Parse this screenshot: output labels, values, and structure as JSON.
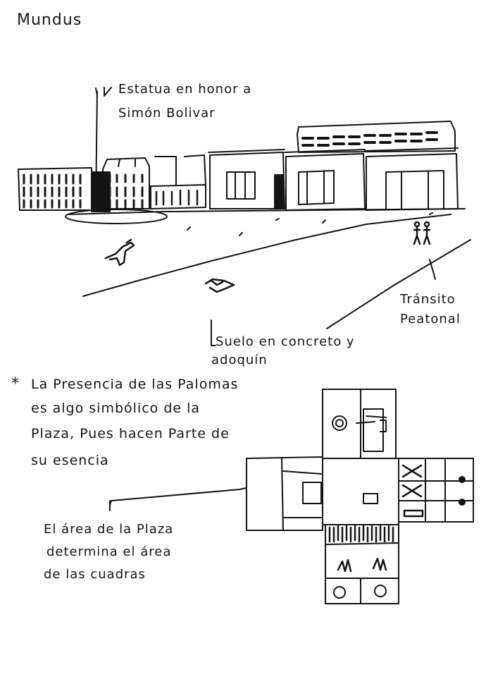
{
  "title": "Mundus",
  "labels": {
    "estatua_line1": "Estatua en honor a",
    "estatua_line2": "Simón Bolivar",
    "transito_line1": "Tránsito",
    "transito_line2": "Peatonal",
    "suelo_line1": "Suelo en concreto y",
    "suelo_line2": "adoquín"
  },
  "note": {
    "bullet": "*",
    "line1": "La Presencia de las Palomas",
    "line2": "es algo simbólico de la",
    "line3": "Plaza, Pues hacen Parte de",
    "line4": "su esencia"
  },
  "plan_note": {
    "line1": "El área de la Plaza",
    "line2": "determina el área",
    "line3": "de las cuadras"
  },
  "ink_color": "#141414",
  "paper_color": "#ffffff"
}
